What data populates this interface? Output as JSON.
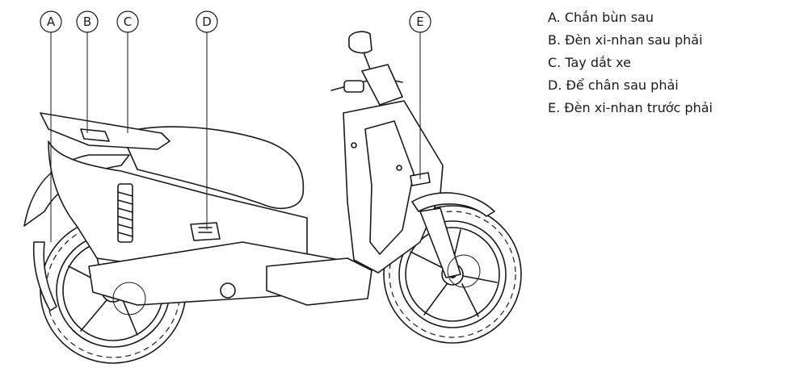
{
  "callouts": [
    {
      "letter": "A",
      "text": "A. Chắn bùn sau"
    },
    {
      "letter": "B",
      "text": "B. Đèn xi-nhan sau phải"
    },
    {
      "letter": "C",
      "text": "C. Tay dắt xe"
    },
    {
      "letter": "D",
      "text": "D. Để chân sau phải"
    },
    {
      "letter": "E",
      "text": "E. Đèn xi-nhan trước phải"
    }
  ],
  "colors": {
    "ink": "#1a1a1a",
    "background": "#ffffff"
  },
  "icons": {
    "illustration": "electric-scooter-side-view"
  }
}
